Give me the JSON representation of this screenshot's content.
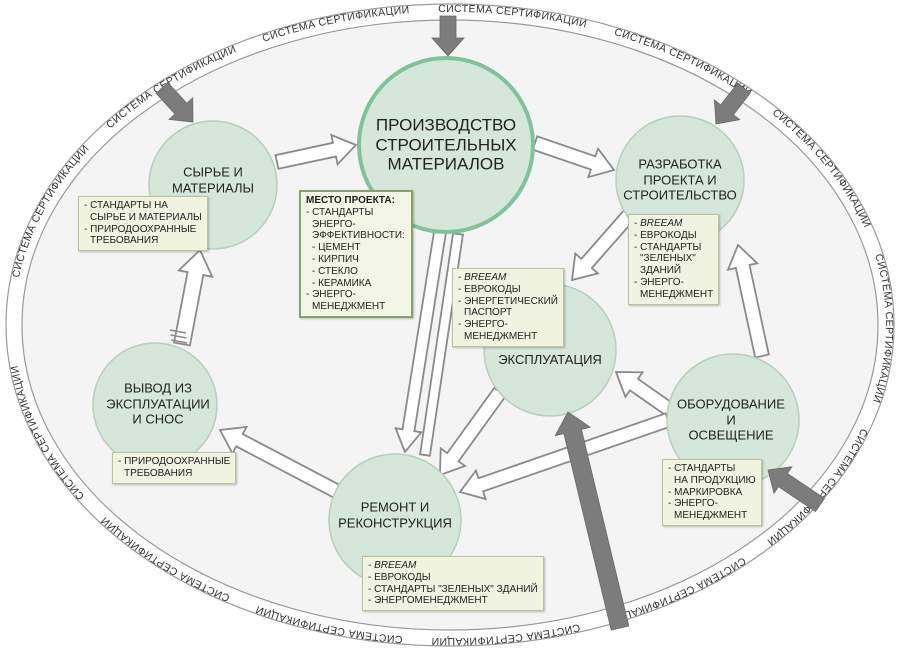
{
  "colors": {
    "ring_fill": "#f4f4f4",
    "node_fill": "#d5e6da",
    "node_stroke": "#b5d0bd",
    "central_stroke": "#7fc39a",
    "gray_arrow": "#7c7c7c",
    "hollow_arrow_stroke": "#8a8a8a",
    "note_fill": "#eff3df"
  },
  "certification": {
    "label": "СИСТЕМА СЕРТИФИКАЦИИ"
  },
  "nodes": {
    "production": {
      "lines": [
        "ПРОИЗВОДСТВО",
        "СТРОИТЕЛЬНЫХ",
        "МАТЕРИАЛОВ"
      ]
    },
    "raw": {
      "lines": [
        "СЫРЬЕ И",
        "МАТЕРИАЛЫ"
      ]
    },
    "design": {
      "lines": [
        "РАЗРАБОТКА",
        "ПРОЕКТА И",
        "СТРОИТЕЛЬСТВО"
      ]
    },
    "exploitation": {
      "lines": [
        "ЭКСПЛУАТАЦИЯ"
      ]
    },
    "decommission": {
      "lines": [
        "ВЫВОД ИЗ",
        "ЭКСПЛУАТАЦИИ",
        "И СНОС"
      ]
    },
    "equipment": {
      "lines": [
        "ОБОРУДОВАНИЕ",
        "И",
        "ОСВЕЩЕНИЕ"
      ]
    },
    "repair": {
      "lines": [
        "РЕМОНТ И",
        "РЕКОНСТРУКЦИЯ"
      ]
    }
  },
  "notes": {
    "raw": {
      "lines": [
        "- СТАНДАРТЫ НА",
        "СЫРЬЕ И МАТЕРИАЛЫ",
        "- ПРИРОДООХРАННЫЕ",
        "ТРЕБОВАНИЯ"
      ]
    },
    "site": {
      "title": "МЕСТО ПРОЕКТА:",
      "lines": [
        "- СТАНДАРТЫ",
        "ЭНЕРГО-",
        "ЭФФЕКТИВНОСТИ:",
        "- ЦЕМЕНТ",
        "- КИРПИЧ",
        "- СТЕКЛО",
        "- КЕРАМИКА",
        "- ЭНЕРГО-",
        "МЕНЕДЖМЕНТ"
      ]
    },
    "design": {
      "italic": "- BREEAM",
      "lines": [
        "- ЕВРОКОДЫ",
        "- СТАНДАРТЫ",
        "\"ЗЕЛЕНЫХ\"",
        "ЗДАНИЙ",
        "- ЭНЕРГО-",
        "МЕНЕДЖМЕНТ"
      ]
    },
    "exploitation": {
      "italic": "- BREEAM",
      "lines": [
        "- ЕВРОКОДЫ",
        "- ЭНЕРГЕТИЧЕСКИЙ",
        "ПАСПОРТ",
        "- ЭНЕРГО-",
        "МЕНЕДЖМЕНТ"
      ]
    },
    "decommission": {
      "lines": [
        "- ПРИРОДООХРАННЫЕ",
        "ТРЕБОВАНИЯ"
      ]
    },
    "equipment": {
      "lines": [
        "- СТАНДАРТЫ",
        "НА ПРОДУКЦИЮ",
        "- МАРКИРОВКА",
        "- ЭНЕРГО-",
        "МЕНЕДЖМЕНТ"
      ]
    },
    "repair": {
      "italic": "- BREEAM",
      "lines": [
        "- ЕВРОКОДЫ",
        "- СТАНДАРТЫ \"ЗЕЛЕНЫХ\" ЗДАНИЙ",
        "- ЭНЕРГОМЕНЕДЖМЕНТ"
      ]
    }
  }
}
